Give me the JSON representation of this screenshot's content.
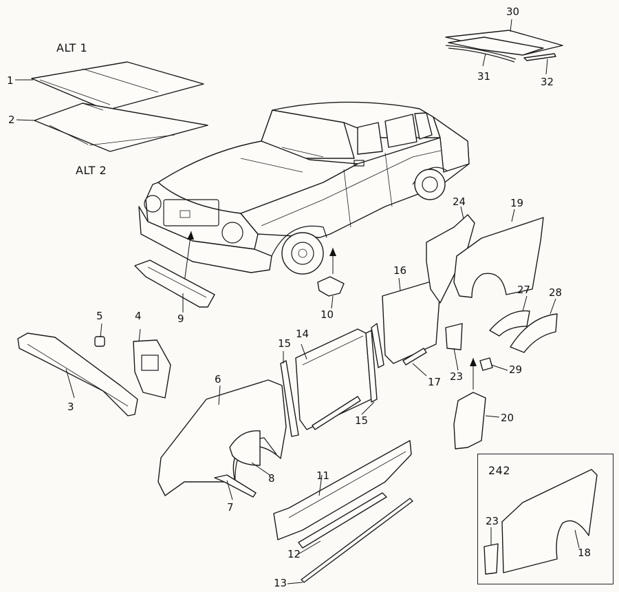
{
  "diagram": {
    "alt_labels": {
      "alt1": "ALT 1",
      "alt2": "ALT 2"
    },
    "inset_model": "242",
    "callouts": {
      "n1": "1",
      "n2": "2",
      "n3": "3",
      "n4": "4",
      "n5": "5",
      "n6": "6",
      "n7": "7",
      "n8": "8",
      "n9": "9",
      "n10": "10",
      "n11": "11",
      "n12": "12",
      "n13": "13",
      "n14": "14",
      "n15a": "15",
      "n15b": "15",
      "n16": "16",
      "n17": "17",
      "n18": "18",
      "n19": "19",
      "n20": "20",
      "n23a": "23",
      "n23b": "23",
      "n24": "24",
      "n27": "27",
      "n28": "28",
      "n29": "29",
      "n30": "30",
      "n31": "31",
      "n32": "32"
    }
  }
}
